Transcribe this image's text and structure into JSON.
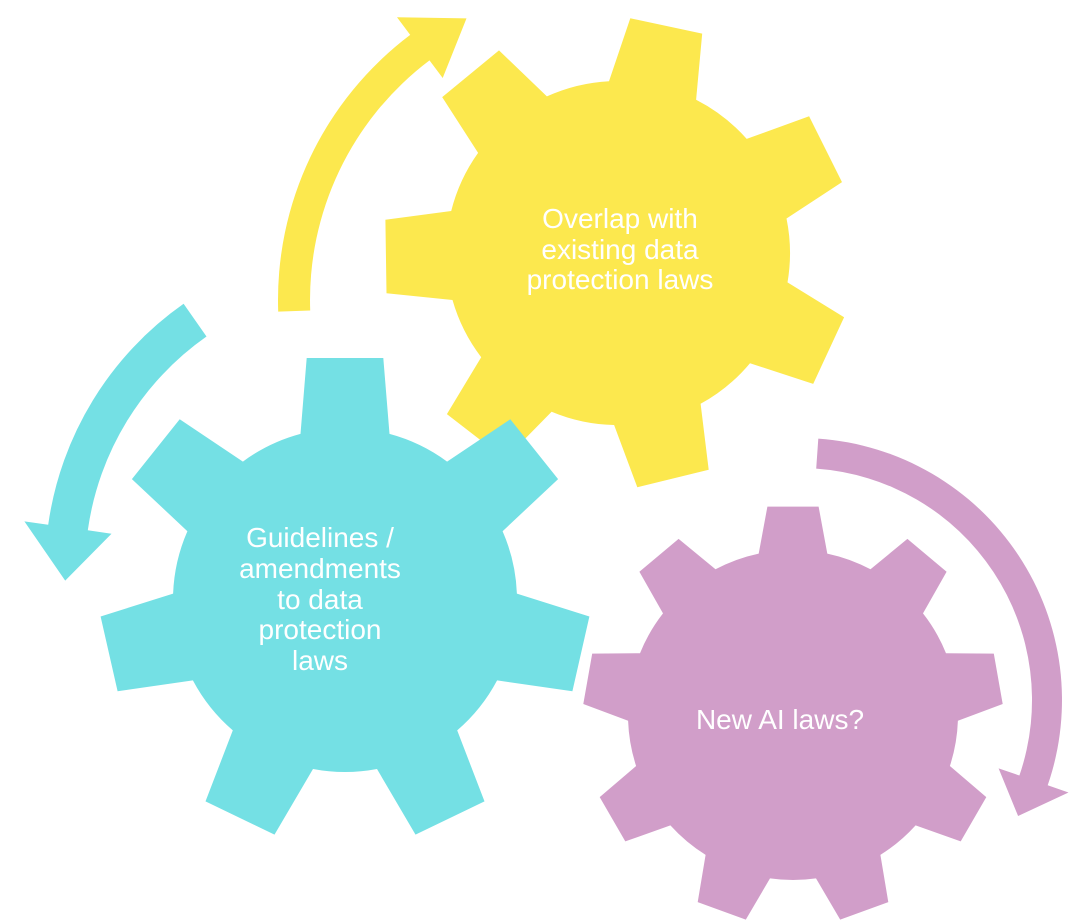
{
  "diagram": {
    "gears": [
      {
        "id": "yellow",
        "label": "Overlap with\nexisting data\nprotection laws",
        "color": "#fce84e"
      },
      {
        "id": "cyan",
        "label": "Guidelines /\namendments\nto data\nprotection\nlaws",
        "color": "#74e0e4"
      },
      {
        "id": "pink",
        "label": "New AI laws?",
        "color": "#d19ec9"
      }
    ],
    "arrows": [
      {
        "id": "arrow-yellow",
        "color": "#fce84e"
      },
      {
        "id": "arrow-cyan",
        "color": "#74e0e4"
      },
      {
        "id": "arrow-pink",
        "color": "#d19ec9"
      }
    ]
  }
}
